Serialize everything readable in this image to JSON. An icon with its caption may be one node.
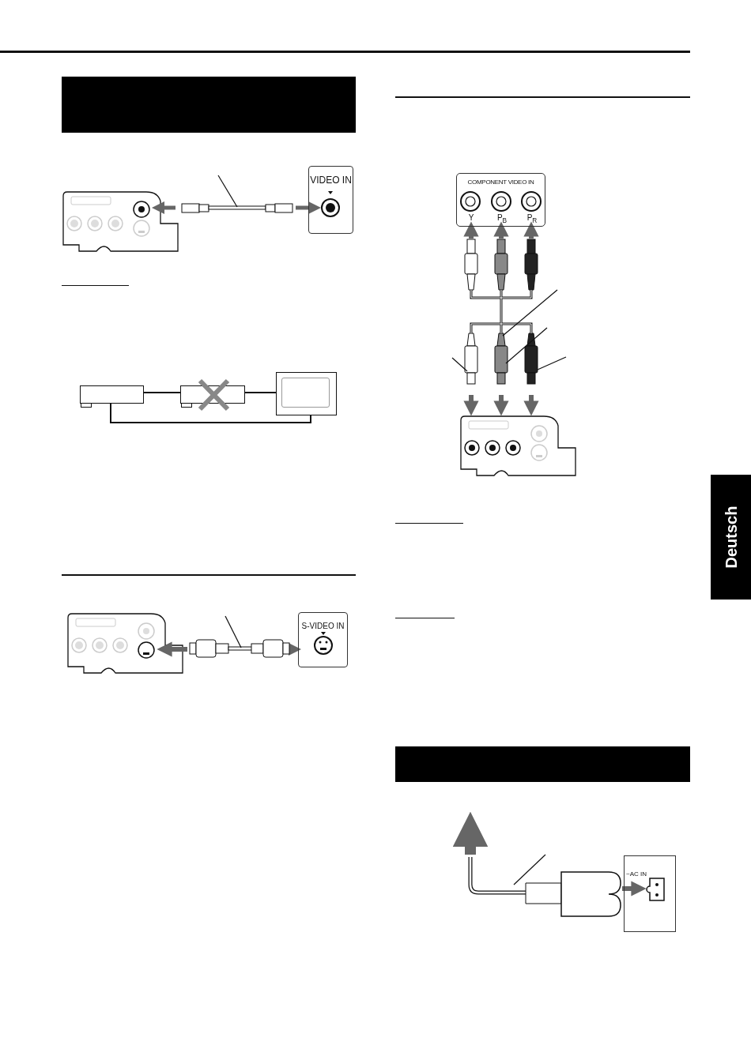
{
  "diagram": {
    "nodes": [
      {
        "text": [
          "VIDEO IN"
        ]
      },
      {
        "text": [],
        "shape": "box"
      },
      {
        "text": [],
        "shape": "box"
      },
      {
        "text": [],
        "shape": "box"
      },
      {
        "text": [
          "S-VIDEO IN"
        ]
      },
      {
        "text": [
          "COMPONENT VIDEO IN",
          "Y",
          "P$_{B}$",
          "P$_{R}$"
        ]
      },
      {
        "text": [
          "~AC IN"
        ]
      },
      {
        "text": [
          "Deutsch"
        ]
      }
    ],
    "edges": [
      {
        "from": 1,
        "to": 2,
        "arrow": "none"
      },
      {
        "from": 2,
        "to": 3,
        "arrow": "none"
      },
      {
        "from": 1,
        "to": 3,
        "arrow": "none"
      }
    ]
  }
}
